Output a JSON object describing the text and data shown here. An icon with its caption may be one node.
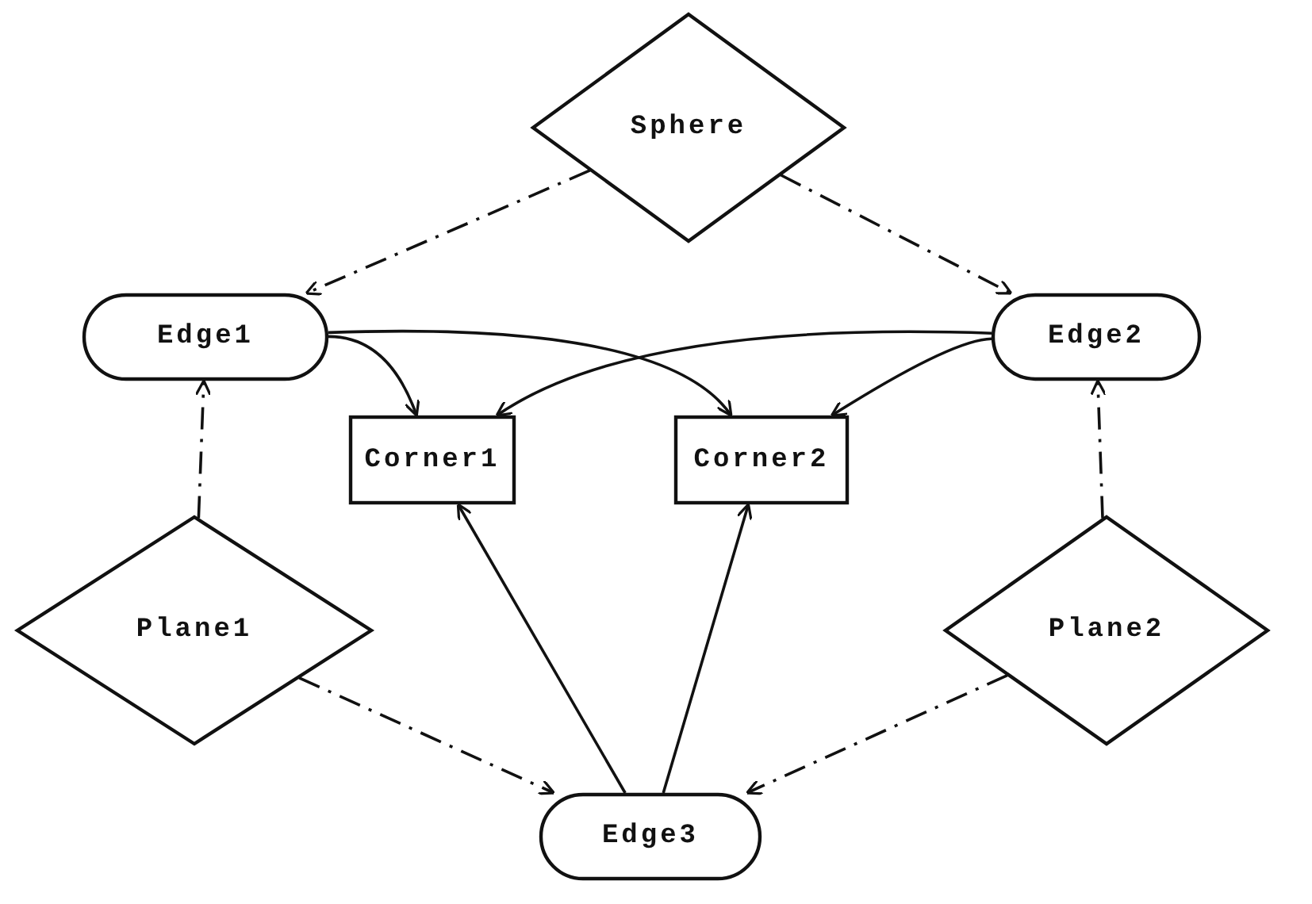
{
  "diagram": {
    "nodes": [
      {
        "text": [
          "Sphere"
        ]
      },
      {
        "text": [
          "Edge1"
        ]
      },
      {
        "text": [
          "Edge2"
        ]
      },
      {
        "text": [
          "Corner1"
        ]
      },
      {
        "text": [
          "Corner2"
        ]
      },
      {
        "text": [
          "Plane1"
        ]
      },
      {
        "text": [
          "Plane2"
        ]
      },
      {
        "text": [
          "Edge3"
        ]
      }
    ],
    "edges": [
      {
        "from": 0,
        "to": 1,
        "arrow": "to",
        "style": "dashed"
      },
      {
        "from": 0,
        "to": 2,
        "arrow": "to",
        "style": "dashed"
      },
      {
        "from": 1,
        "to": 3,
        "arrow": "to"
      },
      {
        "from": 1,
        "to": 4,
        "arrow": "to"
      },
      {
        "from": 2,
        "to": 3,
        "arrow": "to"
      },
      {
        "from": 2,
        "to": 4,
        "arrow": "to"
      },
      {
        "from": 5,
        "to": 1,
        "arrow": "to",
        "style": "dashed"
      },
      {
        "from": 6,
        "to": 2,
        "arrow": "to",
        "style": "dashed"
      },
      {
        "from": 7,
        "to": 3,
        "arrow": "to"
      },
      {
        "from": 7,
        "to": 4,
        "arrow": "to"
      },
      {
        "from": 5,
        "to": 7,
        "arrow": "to",
        "style": "dashed"
      },
      {
        "from": 6,
        "to": 7,
        "arrow": "to",
        "style": "dashed"
      }
    ]
  }
}
